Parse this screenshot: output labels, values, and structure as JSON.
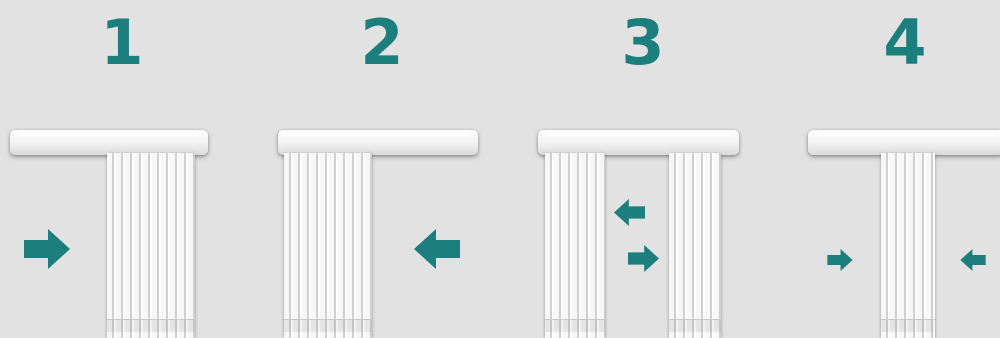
{
  "steps": [
    {
      "number": "1"
    },
    {
      "number": "2"
    },
    {
      "number": "3"
    },
    {
      "number": "4"
    }
  ],
  "colors": {
    "background": "#e1e2e1",
    "accent": "#1c7f7d"
  },
  "icons": {
    "right": "arrow-right-icon",
    "left": "arrow-left-icon"
  }
}
